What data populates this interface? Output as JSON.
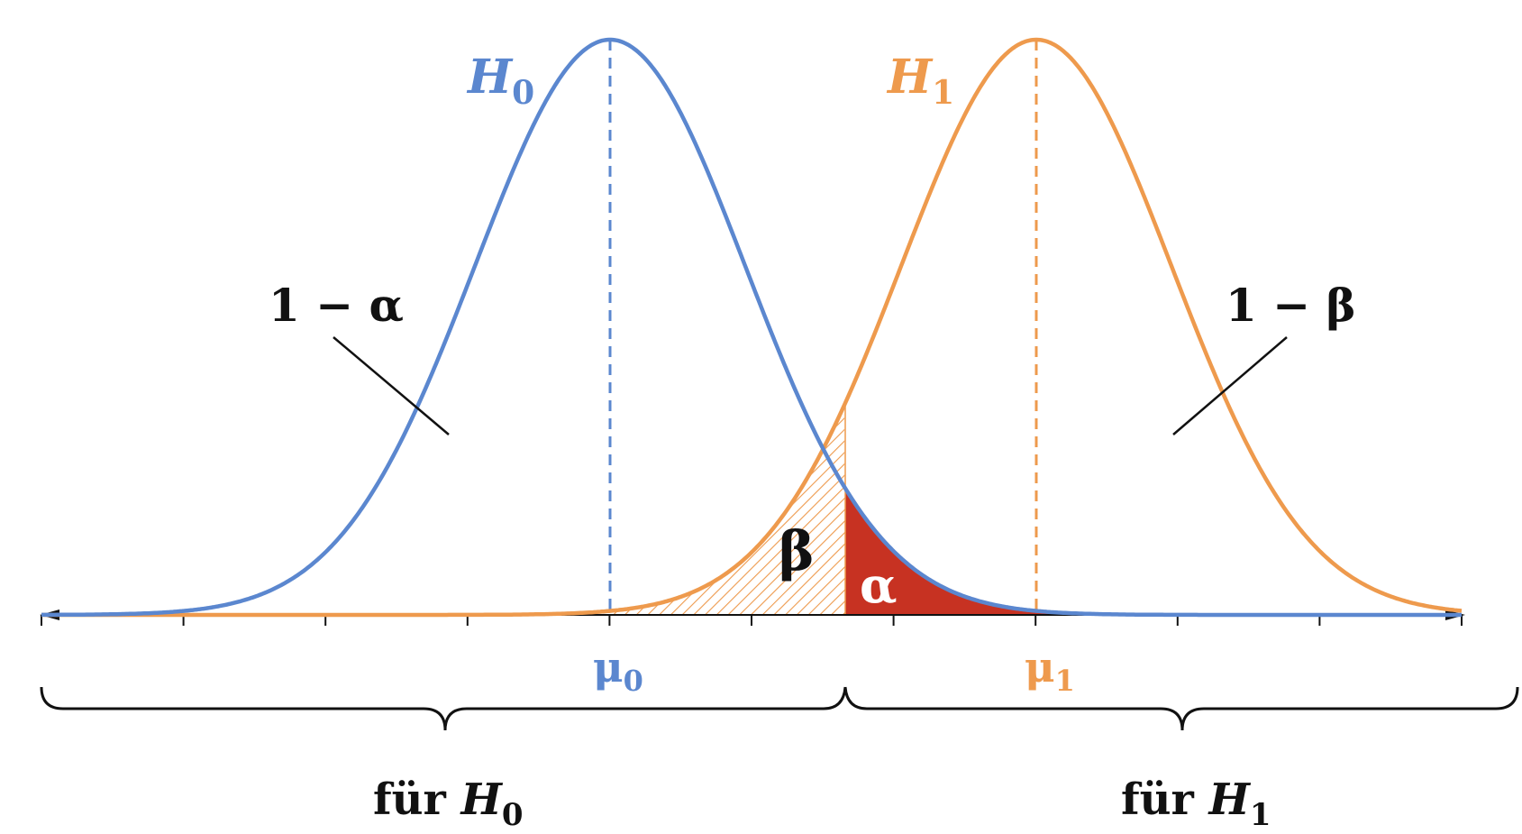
{
  "colors": {
    "h0": "#5b87cf",
    "h1": "#ee9a4d",
    "alpha_fill": "#c73222",
    "ink": "#111111"
  },
  "curves": {
    "h0": {
      "label_main": "H",
      "label_sub": "0"
    },
    "h1": {
      "label_main": "H",
      "label_sub": "1"
    }
  },
  "axis": {
    "mu0": {
      "main": "μ",
      "sub": "0"
    },
    "mu1": {
      "main": "μ",
      "sub": "1"
    }
  },
  "areas": {
    "one_minus_alpha": "1 − α",
    "one_minus_beta": "1 − β",
    "beta": "β",
    "alpha": "α"
  },
  "regions": {
    "left": {
      "prefix": "für ",
      "main": "H",
      "sub": "0"
    },
    "right": {
      "prefix": "für ",
      "main": "H",
      "sub": "1"
    }
  }
}
